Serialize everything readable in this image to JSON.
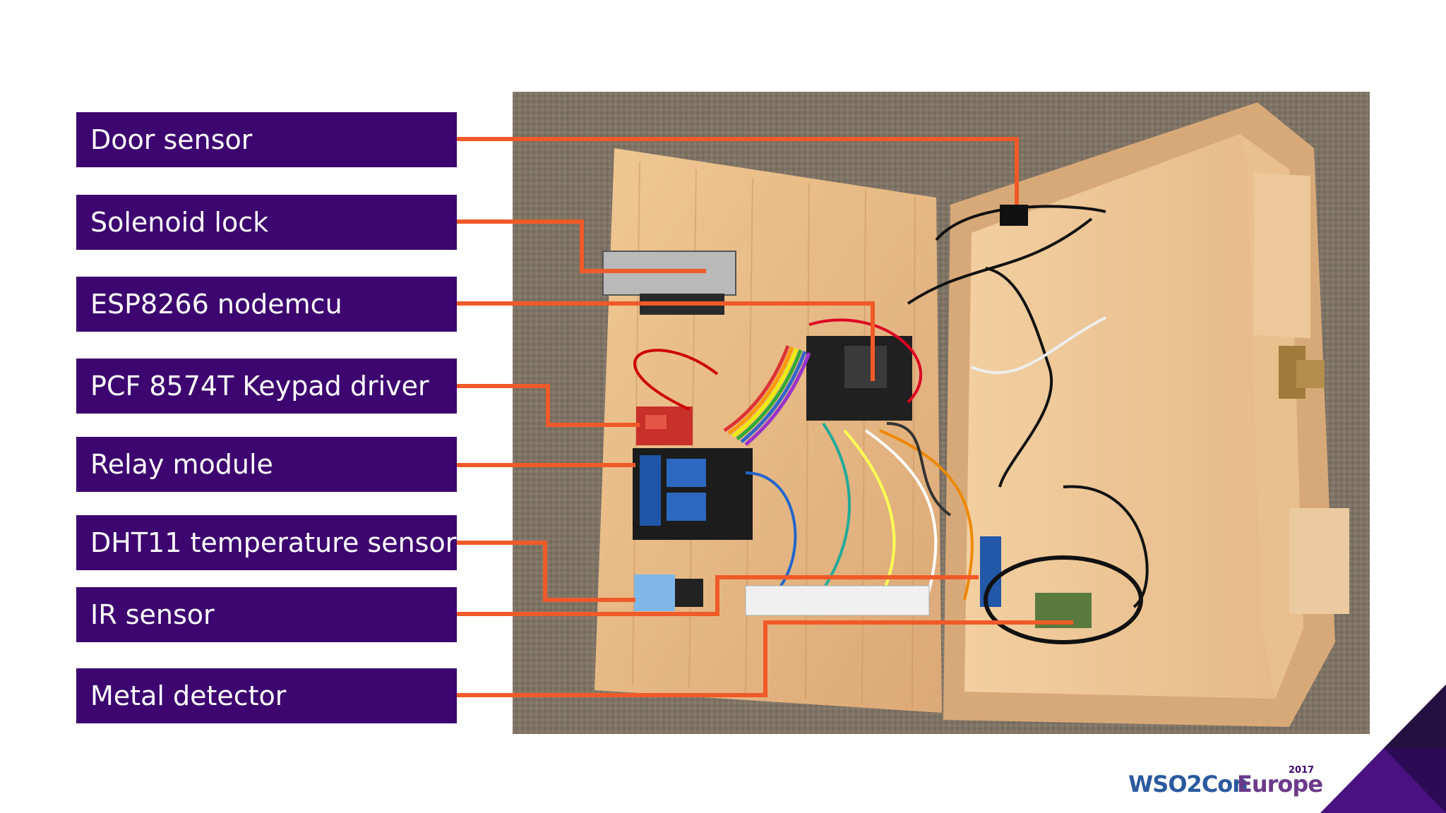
{
  "labels": [
    {
      "text": "Door sensor"
    },
    {
      "text": "Solenoid lock"
    },
    {
      "text": "ESP8266 nodemcu"
    },
    {
      "text": "PCF 8574T Keypad driver"
    },
    {
      "text": "Relay module"
    },
    {
      "text": "DHT11 temperature sensor"
    },
    {
      "text": "IR sensor"
    },
    {
      "text": "Metal detector"
    }
  ],
  "logo": {
    "brand": "WSO2",
    "con": "Con",
    "region": "Europe",
    "year": "2017"
  },
  "colors": {
    "label_bg": "#3d0570",
    "leader_line": "#f05a28",
    "logo_blue": "#2b5a9e",
    "logo_purple": "#6b3a8a"
  }
}
